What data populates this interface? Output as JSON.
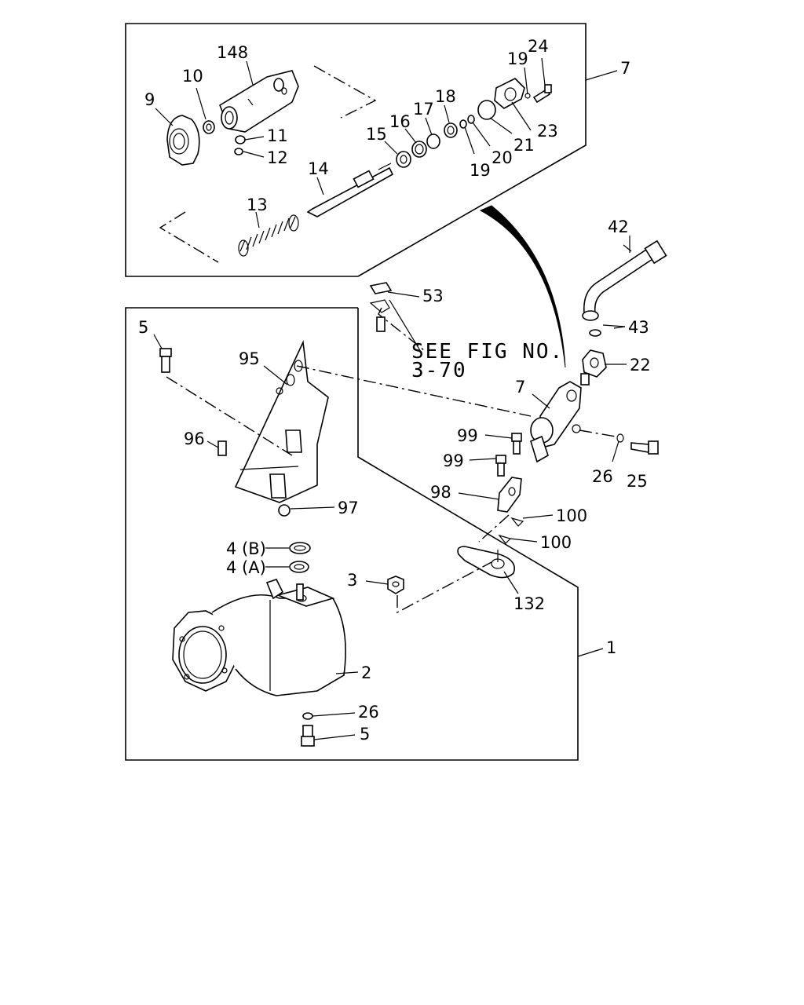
{
  "callouts": {
    "c148": "148",
    "c10": "10",
    "c9": "9",
    "c11": "11",
    "c12": "12",
    "c14": "14",
    "c13": "13",
    "c15": "15",
    "c16": "16",
    "c17": "17",
    "c18": "18",
    "c19a": "19",
    "c20": "20",
    "c21": "21",
    "c19b": "19",
    "c24": "24",
    "c23": "23",
    "c7a": "7",
    "c42": "42",
    "c53": "53",
    "c43": "43",
    "c22": "22",
    "c7b": "7",
    "c99a": "99",
    "c99b": "99",
    "c26a": "26",
    "c25": "25",
    "c98": "98",
    "c100a": "100",
    "c100b": "100",
    "c132": "132",
    "c1": "1",
    "c5a": "5",
    "c95": "95",
    "c96": "96",
    "c97": "97",
    "c4b": "4 (B)",
    "c4a": "4 (A)",
    "c3": "3",
    "c2": "2",
    "c26b": "26",
    "c5b": "5"
  },
  "note": {
    "line1": "SEE FIG NO.",
    "line2": "3-70"
  }
}
